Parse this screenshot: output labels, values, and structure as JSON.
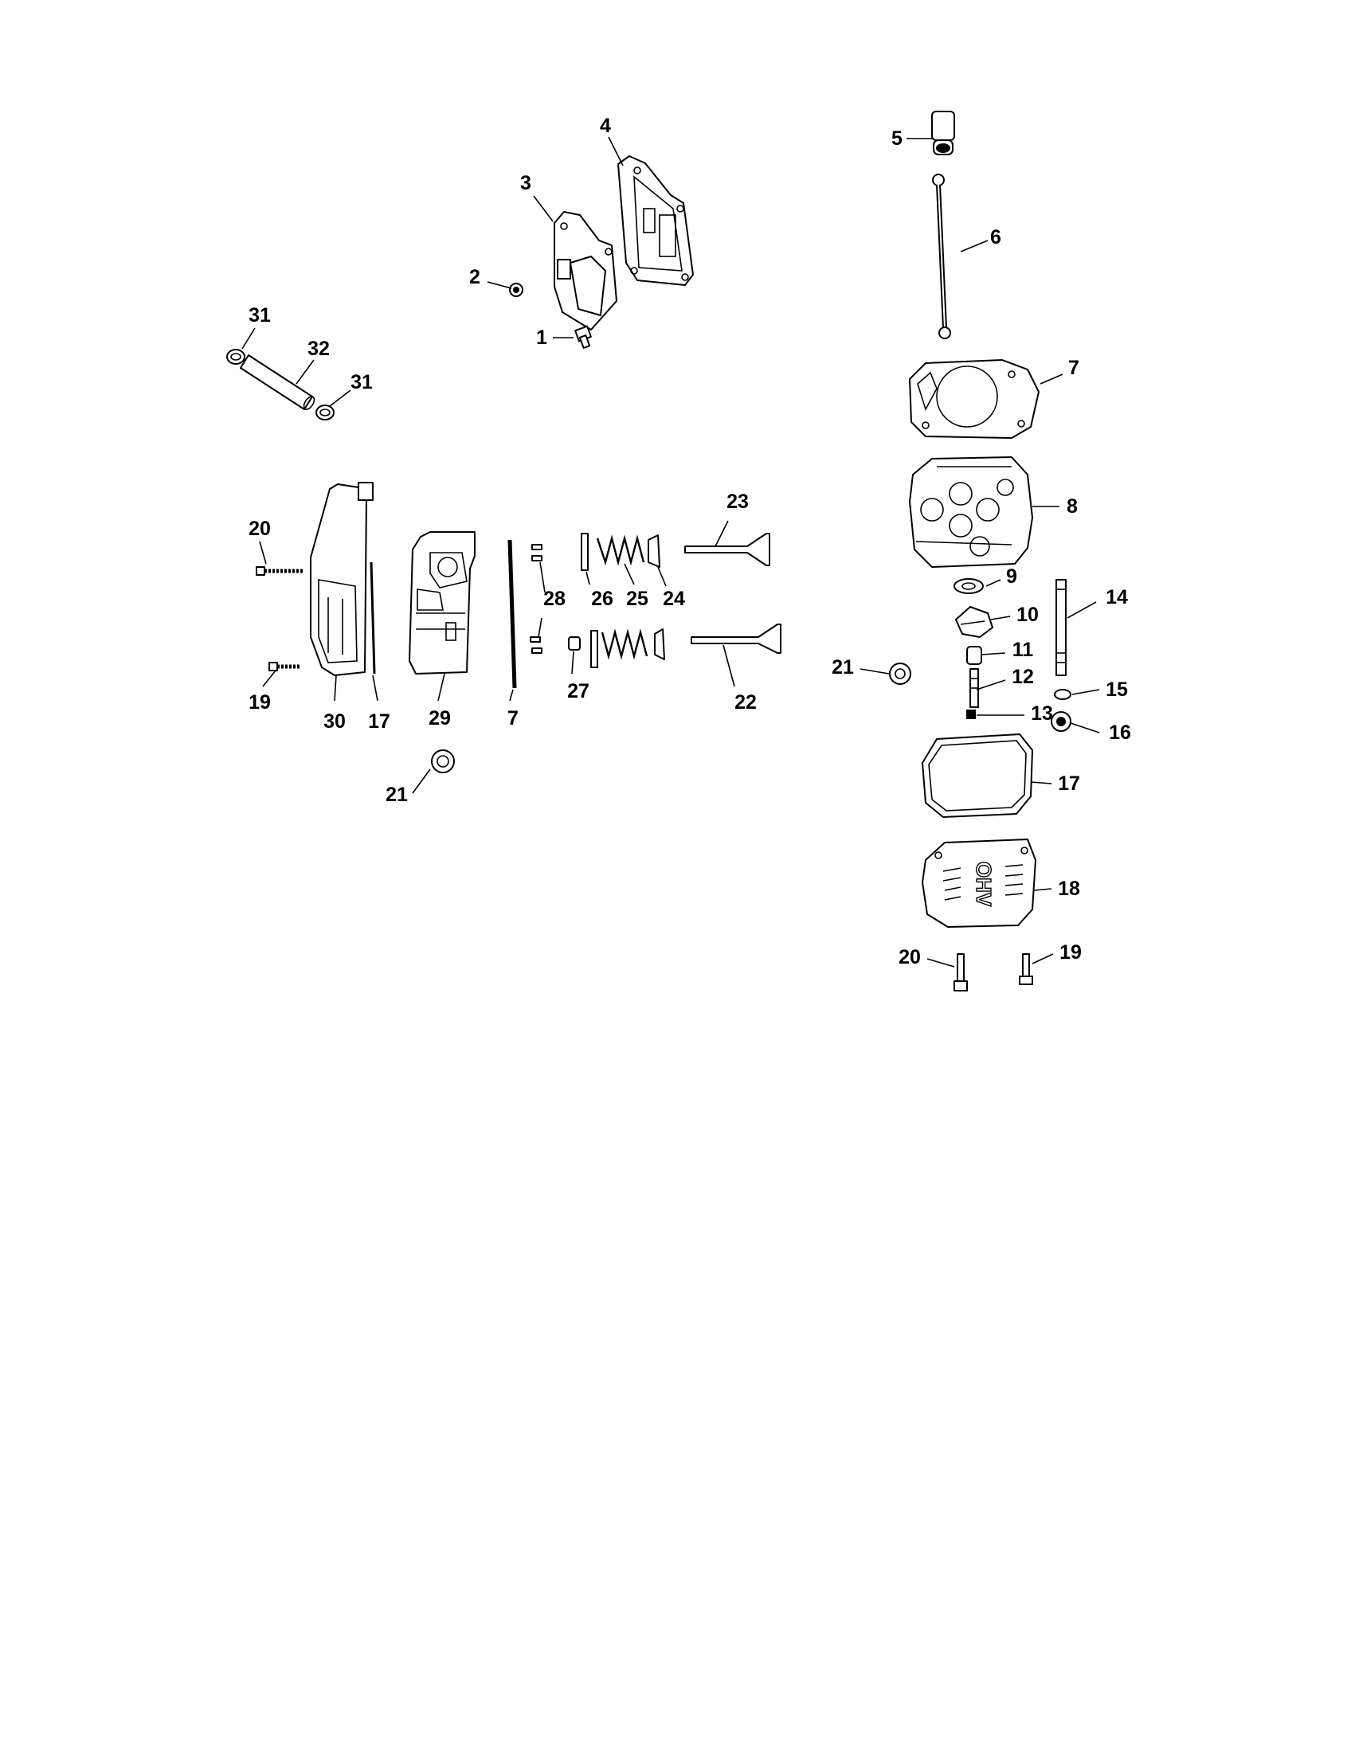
{
  "callouts": {
    "c1": "1",
    "c2": "2",
    "c3": "3",
    "c4": "4",
    "c5": "5",
    "c6": "6",
    "c7a": "7",
    "c7b": "7",
    "c8": "8",
    "c9": "9",
    "c10": "10",
    "c11": "11",
    "c12": "12",
    "c13": "13",
    "c14": "14",
    "c15": "15",
    "c16": "16",
    "c17a": "17",
    "c17b": "17",
    "c18": "18",
    "c19a": "19",
    "c19b": "19",
    "c20a": "20",
    "c20b": "20",
    "c21a": "21",
    "c21b": "21",
    "c22": "22",
    "c23": "23",
    "c24": "24",
    "c25": "25",
    "c26": "26",
    "c27": "27",
    "c28": "28",
    "c29": "29",
    "c30": "30",
    "c31a": "31",
    "c31b": "31",
    "c32": "32"
  },
  "valve_cover_logo": "OHV"
}
